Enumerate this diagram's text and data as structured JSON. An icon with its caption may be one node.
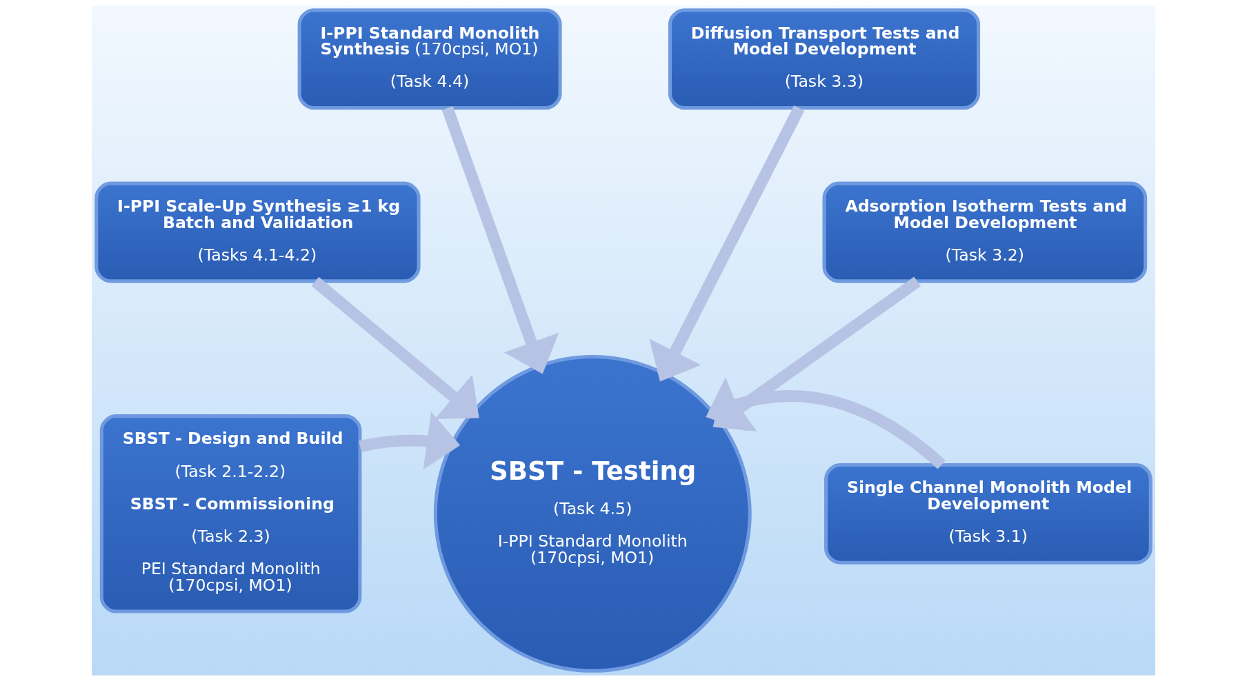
{
  "diagram": {
    "nodes": [
      {
        "text": [
          "SBST - Testing",
          "(Task 4.5)",
          "I-PPI Standard Monolith (170cpsi, MO1)"
        ]
      },
      {
        "text": [
          "**I-PPI Standard Monolith Synthesis** (170cpsi, MO1)",
          "(Task 4.4)"
        ]
      },
      {
        "text": [
          "Diffusion Transport Tests and Model Development",
          "(Task 3.3)"
        ]
      },
      {
        "text": [
          "I-PPI Scale-Up Synthesis ≥1 kg Batch and Validation",
          "(Tasks 4.1-4.2)"
        ]
      },
      {
        "text": [
          "Adsorption Isotherm Tests and Model Development",
          "(Task 3.2)"
        ]
      },
      {
        "text": [
          "SBST - Design and Build",
          "(Task 2.1-2.2)",
          "SBST - Commissioning",
          "(Task 2.3)",
          "PEI Standard Monolith (170cpsi, MO1)"
        ]
      },
      {
        "text": [
          "Single Channel Monolith Model Development",
          "(Task 3.1)"
        ]
      }
    ],
    "edges": [
      {
        "from": 1,
        "to": 0,
        "arrow": "to"
      },
      {
        "from": 2,
        "to": 0,
        "arrow": "to"
      },
      {
        "from": 3,
        "to": 0,
        "arrow": "to"
      },
      {
        "from": 4,
        "to": 0,
        "arrow": "to"
      },
      {
        "from": 5,
        "to": 0,
        "arrow": "to"
      },
      {
        "from": 6,
        "to": 0,
        "arrow": "to"
      }
    ]
  }
}
